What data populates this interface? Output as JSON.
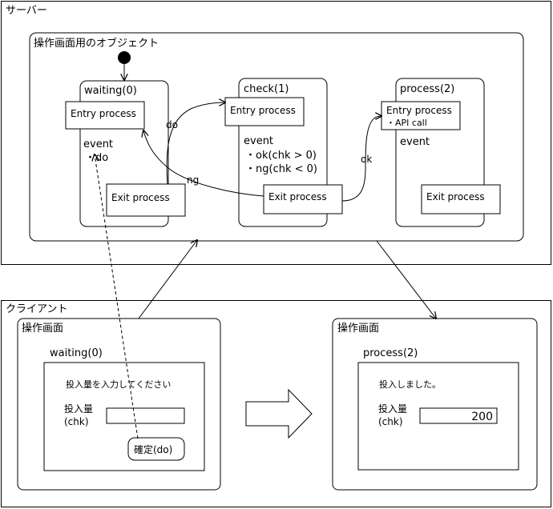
{
  "server": {
    "title": "サーバー",
    "panel_title": "操作画面用のオブジェクト",
    "states": {
      "waiting": {
        "name": "waiting(0)",
        "entry": "Entry process",
        "event": "event",
        "event_items": [
          "・do"
        ],
        "exit": "Exit process"
      },
      "check": {
        "name": "check(1)",
        "entry": "Entry process",
        "event": "event",
        "event_items": [
          "・ok(chk > 0)",
          "・ng(chk < 0)"
        ],
        "exit": "Exit process"
      },
      "process": {
        "name": "process(2)",
        "entry": "Entry process",
        "entry_items": [
          "・API call"
        ],
        "event": "event",
        "exit": "Exit process"
      }
    },
    "transitions": {
      "do": "do",
      "ng": "ng",
      "ok": "ok"
    }
  },
  "client": {
    "title": "クライアント",
    "left_screen": {
      "title": "操作画面",
      "state_name": "waiting(0)",
      "message": "投入量を入力してください",
      "field_label_1": "投入量",
      "field_label_2": "(chk)",
      "field_value": "",
      "button_label": "確定(do)"
    },
    "right_screen": {
      "title": "操作画面",
      "state_name": "process(2)",
      "message": "投入しました。",
      "field_label_1": "投入量",
      "field_label_2": "(chk)",
      "field_value": "200"
    }
  },
  "colors": {
    "line": "#000000",
    "background": "#ffffff"
  }
}
